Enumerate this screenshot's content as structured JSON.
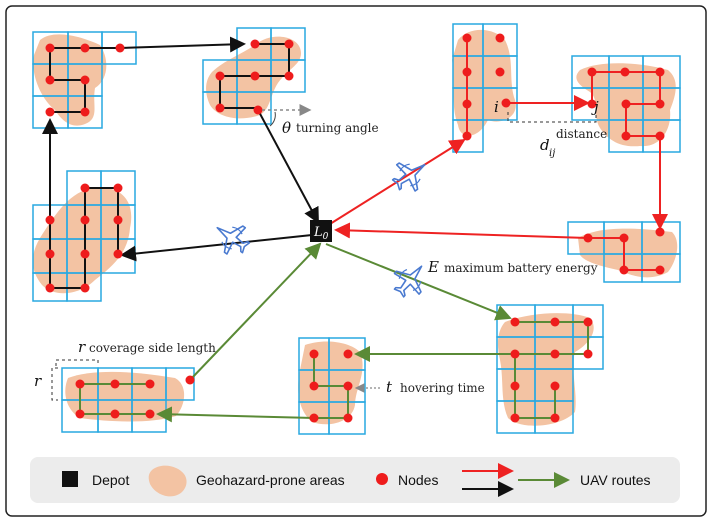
{
  "depot": {
    "symbol": "L",
    "subscript": "0"
  },
  "annotations": {
    "theta_symbol": "θ",
    "turning_angle": "turning angle",
    "i_label": "i",
    "j_label": "j",
    "distance": "distance",
    "d_symbol": "d",
    "d_sub": "ij",
    "E_symbol": "E",
    "battery": "maximum battery energy",
    "r_symbol": "r",
    "r_side": "r",
    "coverage": "coverage side length",
    "t_symbol": "t",
    "hovering": "hovering time"
  },
  "legend": {
    "depot": "Depot",
    "areas": "Geohazard-prone areas",
    "nodes": "Nodes",
    "routes": "UAV routes"
  },
  "colors": {
    "grid": "#29a9e1",
    "area": "#f3c3a3",
    "node": "#ee1c1c",
    "route_red": "#ee2222",
    "route_black": "#111111",
    "route_green": "#5a8a36",
    "uav": "#4a7ad0",
    "legend_bg": "#ececec"
  }
}
